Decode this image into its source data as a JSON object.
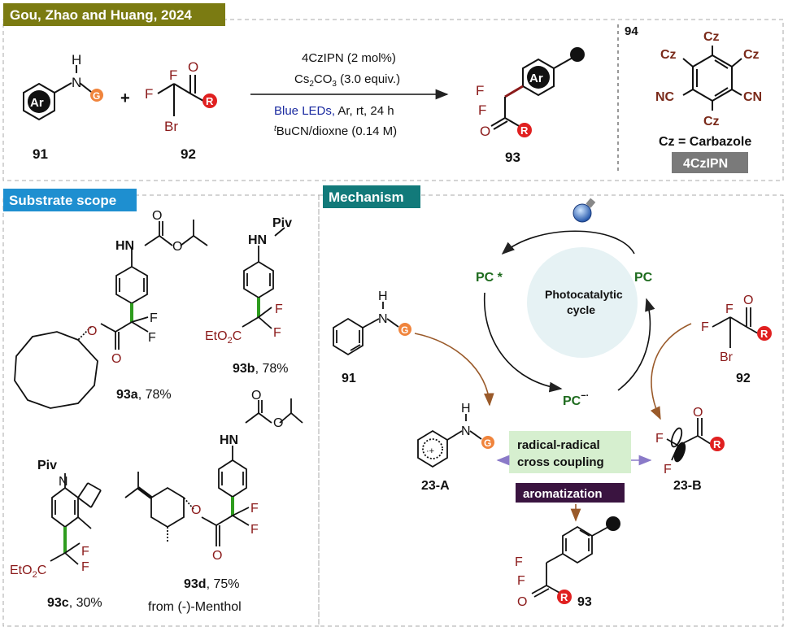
{
  "header": {
    "title": "Gou, Zhao and Huang, 2024"
  },
  "reaction": {
    "cond1": "4CzIPN (2 mol%)",
    "cond2_pre": "Cs",
    "cond2_sub1": "2",
    "cond2_mid": "CO",
    "cond2_sub2": "3",
    "cond2_post": " (3.0 equiv.)",
    "cond3_blue": "Blue LEDs,",
    "cond3_rest": " Ar, rt, 24 h",
    "cond4_sup": "t",
    "cond4_rest": "BuCN/dioxne (0.14 M)",
    "label_91": "91",
    "label_92": "92",
    "label_93": "93",
    "label_94": "94",
    "plus": "+"
  },
  "catalyst": {
    "cz": "Cz",
    "nc": "NC",
    "cn": "CN",
    "def": "Cz = Carbazole",
    "badge": "4CzIPN"
  },
  "atoms": {
    "ar": "Ar",
    "g": "G",
    "r": "R",
    "f": "F",
    "o": "O",
    "br": "Br",
    "n": "N",
    "h": "H",
    "hn": "HN",
    "piv": "Piv",
    "eto2c": "EtO",
    "eto2c_sub": "2",
    "eto2c_c": "C",
    "radcat": "·+"
  },
  "scope": {
    "title": "Substrate scope",
    "a_label": "93a",
    "a_yield": ", 78%",
    "b_label": "93b",
    "b_yield": ", 78%",
    "c_label": "93c",
    "c_yield": ", 30%",
    "d_label": "93d",
    "d_yield": ", 75%",
    "d_note": "from (-)-Menthol"
  },
  "mechanism": {
    "title": "Mechanism",
    "pc_star": "PC *",
    "pc": "PC",
    "pc_minus": "PC",
    "pc_minus_sup": "−·",
    "cycle1": "Photocatalytic",
    "cycle2": "cycle",
    "label_91": "91",
    "label_92": "92",
    "label_23a": "23-A",
    "label_23b": "23-B",
    "label_93": "93",
    "rrcc1": "radical-radical",
    "rrcc2": "cross coupling",
    "arom": "aromatization"
  },
  "colors": {
    "olive": "#7b7b12",
    "blue_tag": "#1e8fd0",
    "teal_tag": "#127a7a",
    "dark_red": "#8b1a1a",
    "green_bond": "#2e9c1e",
    "pc_green": "#1e6b1e",
    "orange_g": "#f0843c",
    "red_r": "#e02020",
    "gray_badge": "#7a7a7a",
    "purple_badge": "#3a1440",
    "lightgreen_box": "#d6efcf",
    "cz_brown": "#7a2a1a",
    "blue_leds": "#1a2aa0",
    "brown_arrow": "#9a5a2a"
  }
}
